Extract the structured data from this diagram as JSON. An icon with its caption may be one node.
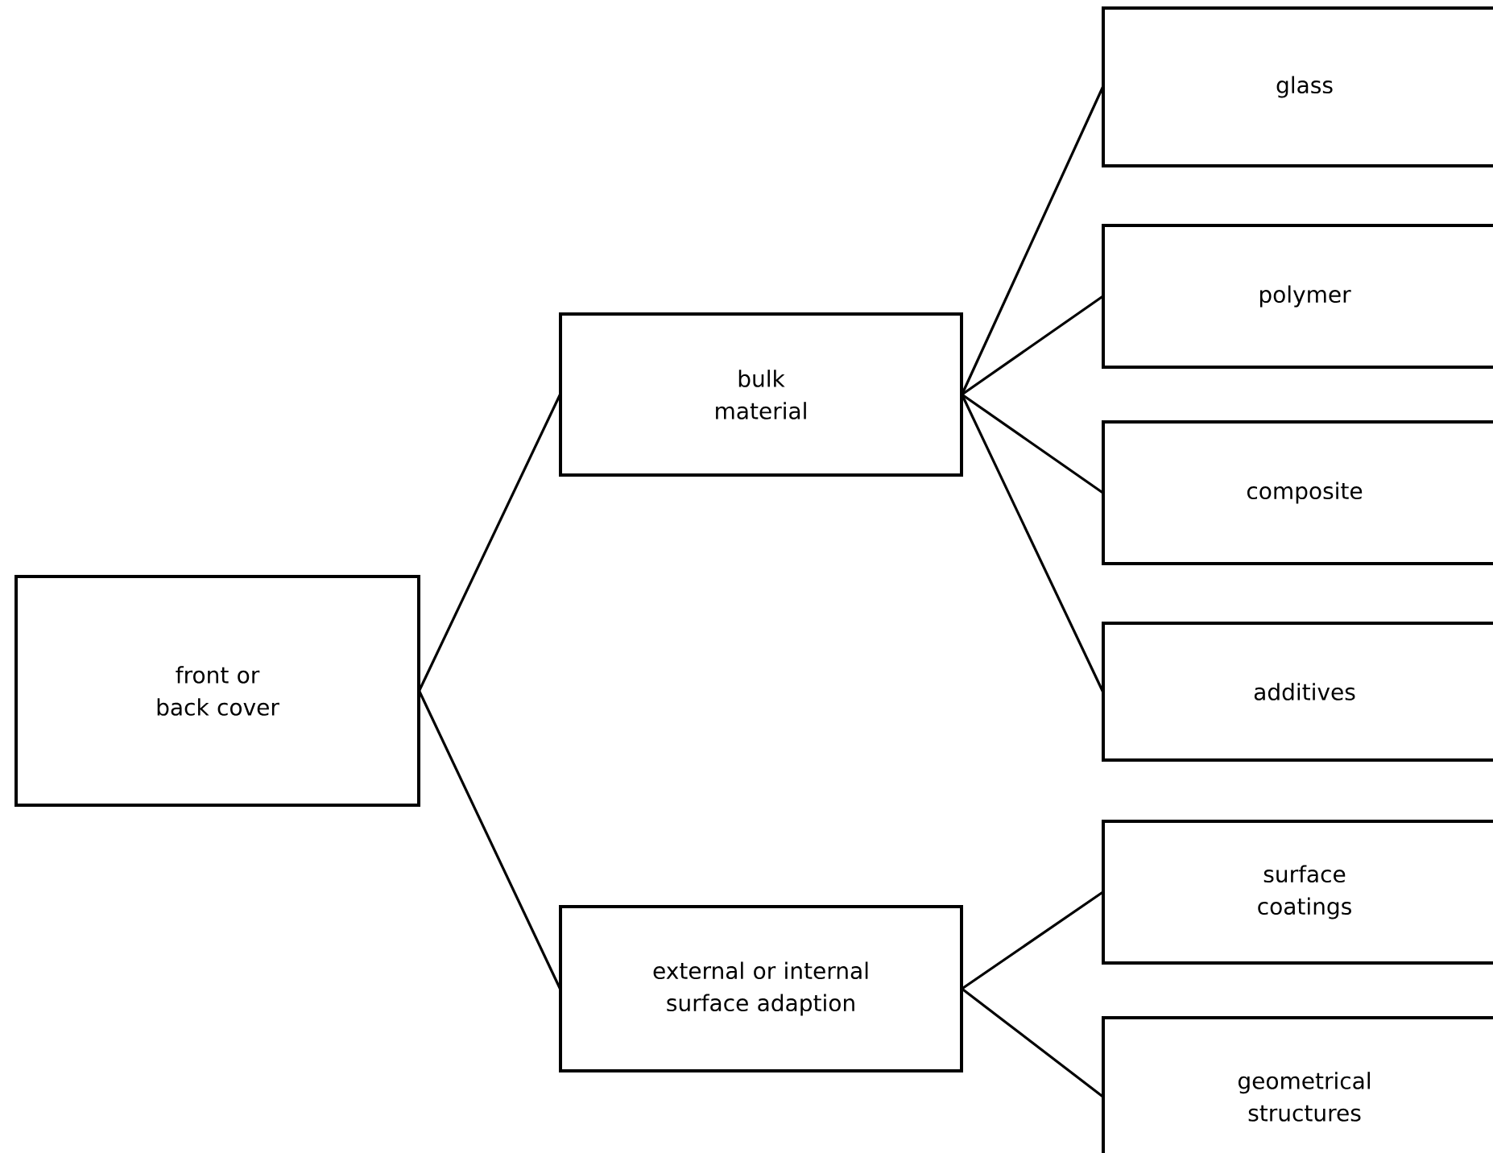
{
  "diagram": {
    "nodes": [
      {
        "text": [
          "front or back cover"
        ]
      },
      {
        "text": [
          "bulk material"
        ]
      },
      {
        "text": [
          "external or internal surface adaption"
        ]
      },
      {
        "text": [
          "glass"
        ]
      },
      {
        "text": [
          "polymer"
        ]
      },
      {
        "text": [
          "composite"
        ]
      },
      {
        "text": [
          "additives"
        ]
      },
      {
        "text": [
          "surface coatings"
        ]
      },
      {
        "text": [
          "geometrical structures"
        ]
      }
    ],
    "edges": [
      {
        "from": 0,
        "to": 1,
        "arrow": "none"
      },
      {
        "from": 0,
        "to": 2,
        "arrow": "none"
      },
      {
        "from": 1,
        "to": 3,
        "arrow": "none"
      },
      {
        "from": 1,
        "to": 4,
        "arrow": "none"
      },
      {
        "from": 1,
        "to": 5,
        "arrow": "none"
      },
      {
        "from": 1,
        "to": 6,
        "arrow": "none"
      },
      {
        "from": 2,
        "to": 7,
        "arrow": "none"
      },
      {
        "from": 2,
        "to": 8,
        "arrow": "none"
      }
    ]
  }
}
